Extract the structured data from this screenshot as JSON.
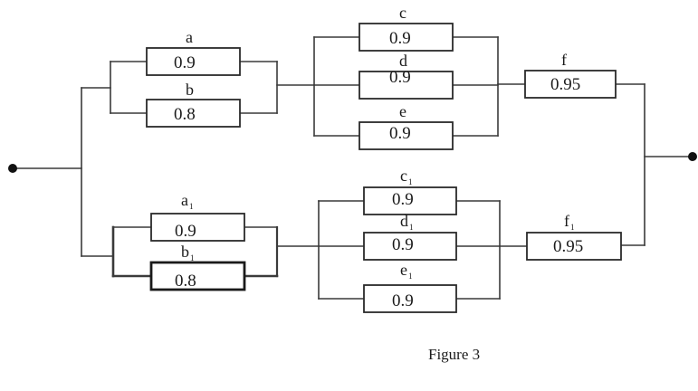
{
  "figure": {
    "caption": "Figure 3",
    "upper_branch": {
      "a": {
        "name": "a",
        "value": "0.9"
      },
      "b": {
        "name": "b",
        "value": "0.8"
      },
      "c": {
        "name": "c",
        "value": "0.9"
      },
      "d": {
        "name": "d",
        "value": "0.9"
      },
      "e": {
        "name": "e",
        "value": "0.9"
      },
      "f": {
        "name": "f",
        "value": "0.95"
      }
    },
    "lower_branch": {
      "a1": {
        "name": "a",
        "sub": "1",
        "value": "0.9"
      },
      "b1": {
        "name": "b",
        "sub": "1",
        "value": "0.8"
      },
      "c1": {
        "name": "c",
        "sub": "1",
        "value": "0.9"
      },
      "d1": {
        "name": "d",
        "sub": "1",
        "value": "0.9"
      },
      "e1": {
        "name": "e",
        "sub": "1",
        "value": "0.9"
      },
      "f1": {
        "name": "f",
        "sub": "1",
        "value": "0.95"
      }
    }
  }
}
